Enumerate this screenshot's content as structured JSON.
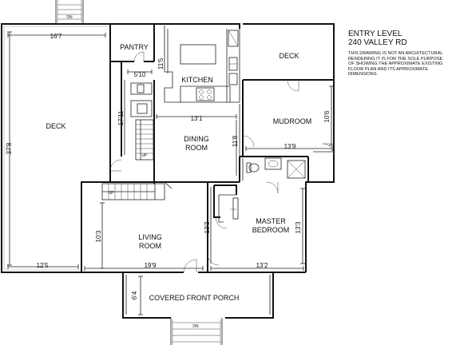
{
  "title": {
    "line1": "ENTRY LEVEL",
    "line2": "240 VALLEY RD",
    "note": [
      "THIS DRAWING IS NOT AN ARCHITECTURAL",
      "RENDERING IT IS FOR THE SOLE PURPOSE",
      "OF SHOWING THE APPROXIMATE EXISTING",
      "FLOOR PLAN AND ITS APPROXIMATE",
      "DIMENSIONS."
    ]
  },
  "rooms": {
    "deck_left": "DECK",
    "pantry": "PANTRY",
    "kitchen": "KITCHEN",
    "deck_right": "DECK",
    "mudroom": "MUDROOM",
    "dining_line1": "DINING",
    "dining_line2": "ROOM",
    "living_line1": "LIVING",
    "living_line2": "ROOM",
    "master_line1": "MASTER",
    "master_line2": "BEDROOM",
    "porch": "COVERED FRONT PORCH"
  },
  "dimensions": {
    "deck_width": "16'7",
    "deck_length": "37'8",
    "deck_bottom": "12'5",
    "pantry_kitchen": "11'5",
    "stair_width": "5'10",
    "stair_length": "17'11",
    "dining_width": "13'1",
    "dining_depth": "11'8",
    "mudroom_depth": "10'6",
    "mudroom_width": "13'9",
    "living_depth": "10'3",
    "living_width": "19'9",
    "hall": "13'3",
    "master_depth": "13'3",
    "master_width": "13'2",
    "porch_depth": "6'4"
  },
  "stairs": {
    "up_main": "UP",
    "up_living": "UP",
    "down_top": "DN",
    "down_bottom": "DN"
  }
}
